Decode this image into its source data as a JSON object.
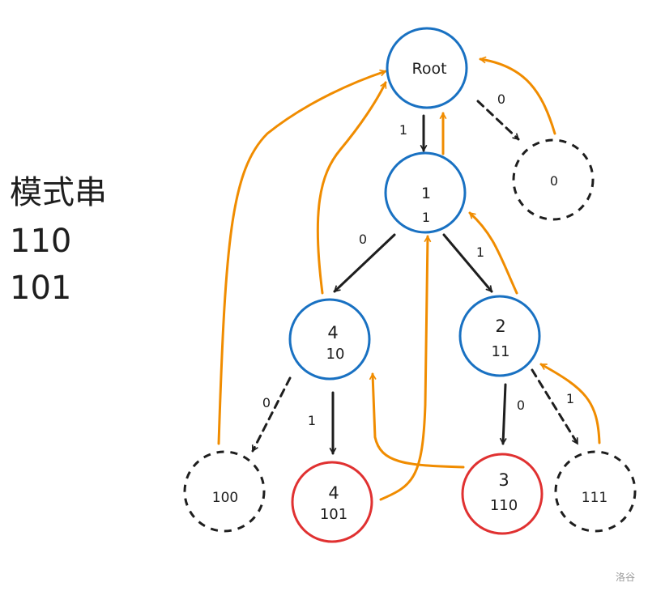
{
  "side_label": {
    "title": "模式串",
    "patterns": [
      "110",
      "101"
    ]
  },
  "watermark": "洛谷",
  "colors": {
    "trie_node": "#1971c2",
    "match_node": "#e03131",
    "fail_link": "#f08c00",
    "edge": "#1e1e1e"
  },
  "nodes": [
    {
      "id": "root",
      "line1": "Root",
      "line2": "",
      "style": "trie"
    },
    {
      "id": "n0",
      "line1": "0",
      "line2": "",
      "style": "virtual"
    },
    {
      "id": "n1",
      "line1": "1",
      "line2": "1",
      "style": "trie"
    },
    {
      "id": "n10",
      "line1": "4",
      "line2": "10",
      "style": "trie"
    },
    {
      "id": "n11",
      "line1": "2",
      "line2": "11",
      "style": "trie"
    },
    {
      "id": "n100",
      "line1": "100",
      "line2": "",
      "style": "virtual"
    },
    {
      "id": "n101",
      "line1": "4",
      "line2": "101",
      "style": "match"
    },
    {
      "id": "n110",
      "line1": "3",
      "line2": "110",
      "style": "match"
    },
    {
      "id": "n111",
      "line1": "111",
      "line2": "",
      "style": "virtual"
    }
  ],
  "edges": [
    {
      "from": "root",
      "to": "n1",
      "label": "1",
      "dashed": false
    },
    {
      "from": "root",
      "to": "n0",
      "label": "0",
      "dashed": true
    },
    {
      "from": "n1",
      "to": "n10",
      "label": "0",
      "dashed": false
    },
    {
      "from": "n1",
      "to": "n11",
      "label": "1",
      "dashed": false
    },
    {
      "from": "n10",
      "to": "n100",
      "label": "0",
      "dashed": true
    },
    {
      "from": "n10",
      "to": "n101",
      "label": "1",
      "dashed": false
    },
    {
      "from": "n11",
      "to": "n110",
      "label": "0",
      "dashed": false
    },
    {
      "from": "n11",
      "to": "n111",
      "label": "1",
      "dashed": true
    }
  ],
  "fail_links": [
    {
      "from": "n0",
      "to": "root"
    },
    {
      "from": "n1",
      "to": "root"
    },
    {
      "from": "n11",
      "to": "n1"
    },
    {
      "from": "n10",
      "to": "root"
    },
    {
      "from": "n100",
      "to": "root"
    },
    {
      "from": "n101",
      "to": "n1"
    },
    {
      "from": "n110",
      "to": "n10"
    },
    {
      "from": "n111",
      "to": "n11"
    }
  ]
}
